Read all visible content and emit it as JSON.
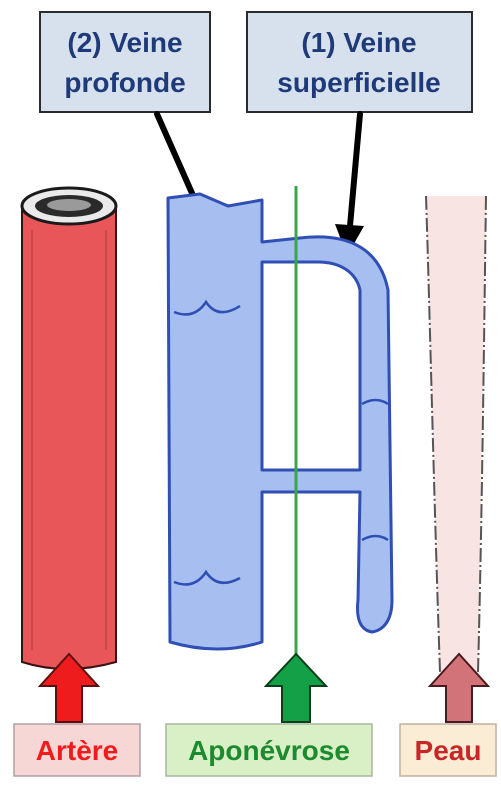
{
  "callouts": {
    "deep_vein": {
      "line1": "(2) Veine",
      "line2": "profonde"
    },
    "superficial_vein": {
      "line1": "(1) Veine",
      "line2": "superficielle"
    }
  },
  "labels": {
    "artery": "Artère",
    "aponeurosis": "Aponévrose",
    "skin": "Peau"
  },
  "colors": {
    "artery_fill": "#e8565a",
    "artery_stroke": "#3b1212",
    "vein_fill": "#a6bff0",
    "vein_stroke": "#2f4fb5",
    "aponeurosis_line": "#3aa64a",
    "skin_fill": "#f8e4e2",
    "skin_stroke": "#555555",
    "callout_fill": "#d7e1ee",
    "callout_text": "#1f3a78",
    "artery_arrow": "#ee1c1c",
    "artery_label_bg": "#f7d6d6",
    "artery_label_text": "#ee1c1c",
    "aponeurosis_arrow": "#14a047",
    "aponeurosis_label_bg": "#d9efc6",
    "aponeurosis_label_text": "#1c8a2e",
    "skin_arrow": "#d2737a",
    "skin_label_bg": "#fbecd6",
    "skin_label_text": "#c62828"
  }
}
